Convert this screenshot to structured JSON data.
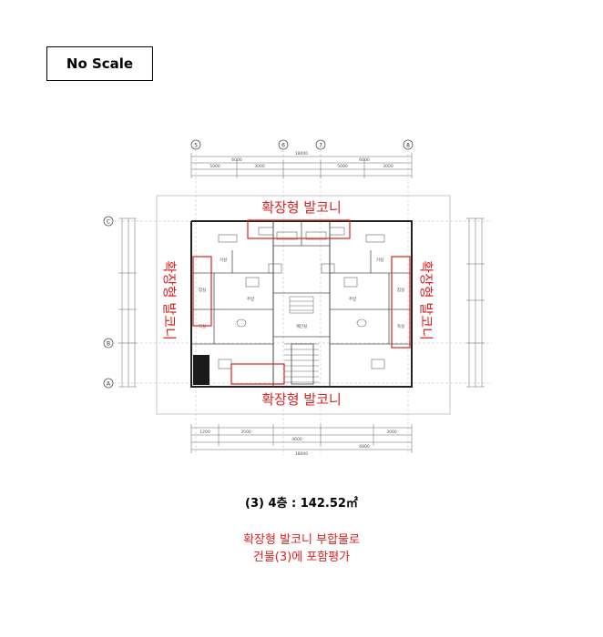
{
  "badge": {
    "text": "No Scale"
  },
  "plan": {
    "balcony_label": "확장형 발코니",
    "grid_top": [
      "5",
      "6",
      "7",
      "8"
    ],
    "grid_left": [
      "C",
      "B",
      "A"
    ],
    "dims_top": [
      "18000",
      "6000",
      "6000",
      "5000",
      "3000",
      "5000",
      "3000"
    ],
    "dims_bottom": [
      "1200",
      "3500",
      "4600",
      "3000",
      "6800",
      "18000"
    ],
    "room_labels": [
      "계단실",
      "거실",
      "거실",
      "주방",
      "주방",
      "침실",
      "침실",
      "욕실",
      "욕실"
    ]
  },
  "caption": "(3) 4층 : 142.52㎡",
  "note": {
    "line1": "확장형 발코니 부합물로",
    "line2": "건물(3)에 포함평가"
  },
  "colors": {
    "balcony": "#e02020",
    "ink": "#333333"
  }
}
